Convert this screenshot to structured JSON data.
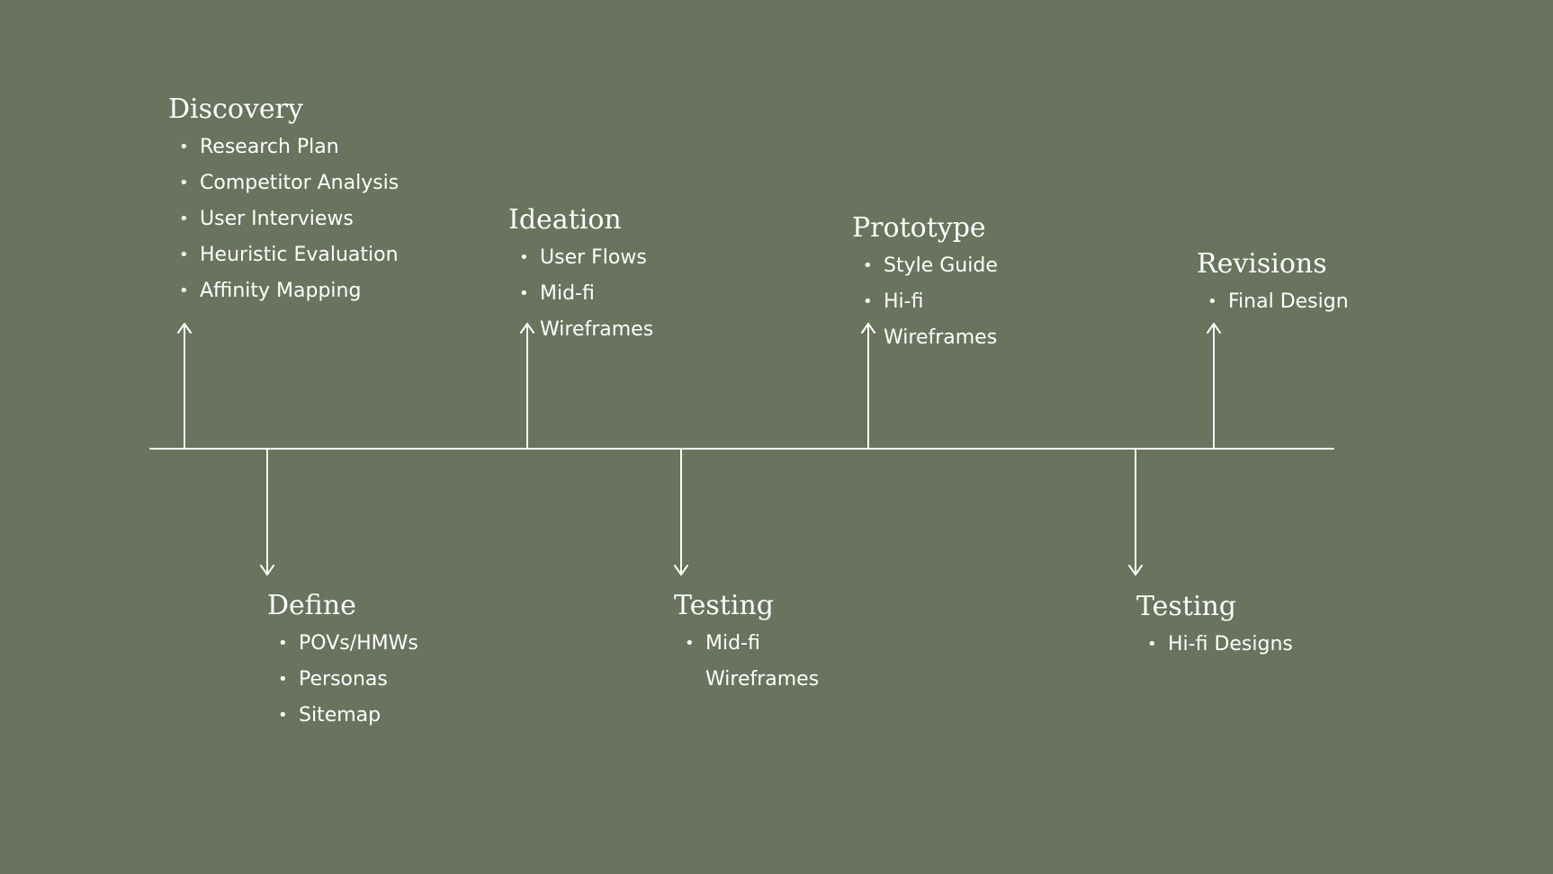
{
  "colors": {
    "background": "#69735D",
    "foreground": "#FFFFFF"
  },
  "bullet_glyph": "•",
  "stages": {
    "discovery": {
      "title": "Discovery",
      "items": [
        "Research Plan",
        "Competitor Analysis",
        "User Interviews",
        "Heuristic Evaluation",
        "Affinity Mapping"
      ]
    },
    "define": {
      "title": "Define",
      "items": [
        "POVs/HMWs",
        "Personas",
        "Sitemap"
      ]
    },
    "ideation": {
      "title": "Ideation",
      "items": [
        "User Flows",
        "Mid-fi Wireframes"
      ]
    },
    "testing_mid": {
      "title": "Testing",
      "items": [
        "Mid-fi Wireframes"
      ]
    },
    "prototype": {
      "title": "Prototype",
      "items": [
        "Style Guide",
        "Hi-fi Wireframes"
      ]
    },
    "testing_hi": {
      "title": "Testing",
      "items": [
        "Hi-fi Designs"
      ]
    },
    "revisions": {
      "title": "Revisions",
      "items": [
        "Final Design"
      ]
    }
  }
}
